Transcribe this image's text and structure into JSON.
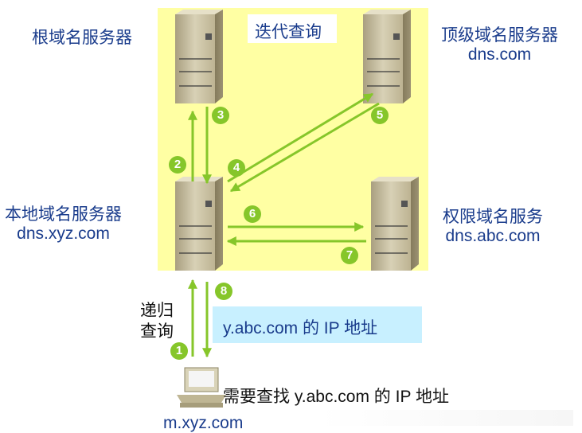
{
  "diagram": {
    "title": "迭代查询",
    "root_server": {
      "line1": "根域名服务器"
    },
    "tld_server": {
      "line1": "顶级域名服务器",
      "line2": "dns.com"
    },
    "local_server": {
      "line1": "本地域名服务器",
      "line2": "dns.xyz.com"
    },
    "auth_server": {
      "line1": "权限域名服务",
      "line2": "dns.abc.com"
    },
    "recursive_label": {
      "line1": "递归",
      "line2": "查询"
    },
    "answer_box": "y.abc.com 的 IP 地址",
    "client_request": "需要查找 y.abc.com 的 IP 地址",
    "client_host": "m.xyz.com",
    "steps": [
      "1",
      "2",
      "3",
      "4",
      "5",
      "6",
      "7",
      "8"
    ]
  },
  "colors": {
    "panel": "#ffffa3",
    "arrow": "#86c62a",
    "text_blue": "#1a3c8c",
    "answer_box": "#c8f0ff",
    "server_body": "#c9c1a3"
  },
  "icons": [
    "server-icon",
    "computer-icon"
  ]
}
